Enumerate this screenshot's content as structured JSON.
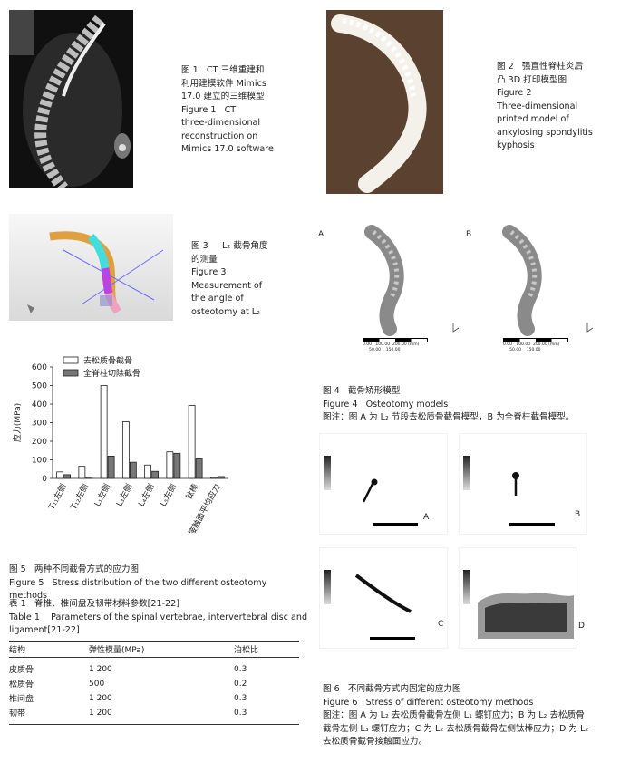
{
  "fig1": {
    "caption": [
      "图 1   CT 三维重建和",
      "利用建模软件 Mimics",
      "17.0 建立的三维模型",
      "Figure 1   CT",
      "three-dimensional",
      "reconstruction on",
      "Mimics 17.0 software"
    ]
  },
  "fig2": {
    "caption": [
      "图 2   强直性脊柱炎后",
      "凸 3D 打印模型图",
      "Figure 2",
      "Three-dimensional",
      "printed model of",
      "ankylosing spondylitis",
      "kyphosis"
    ]
  },
  "fig3": {
    "caption": [
      "图 3     L₂ 截骨角度",
      "的测量",
      "Figure 3",
      "Measurement of",
      "the angle of",
      "osteotomy at L₂"
    ]
  },
  "fig4": {
    "panel_a": "A",
    "panel_b": "B",
    "scale_a": [
      "0.00",
      "100.00",
      "200.00 (mm)",
      "50.00",
      "150.00"
    ],
    "scale_b": [
      "0.00",
      "100.00",
      "200.00 (mm)",
      "50.00",
      "150.00"
    ],
    "caption": [
      "图 4   截骨矫形模型",
      "Figure 4   Osteotomy models",
      "图注：图 A 为 L₂ 节段去松质骨截骨模型，B 为全脊柱截骨模型。"
    ]
  },
  "fig5": {
    "caption": [
      "图 5   两种不同截骨方式的应力图",
      "Figure 5   Stress distribution of the two different osteotomy",
      "methods"
    ]
  },
  "fig6": {
    "panels": [
      "A",
      "B",
      "C",
      "D"
    ],
    "caption": [
      "图 6   不同截骨方式内固定的应力图",
      "Figure 6   Stress of different osteotomy methods",
      "图注：图 A 为 L₂ 去松质骨截骨左侧 L₁ 螺钉应力；B 为 L₂ 去松质骨",
      "截骨左侧 L₃ 螺钉应力；C 为 L₂ 去松质骨截骨左侧钛棒应力；D 为 L₂",
      "去松质骨截骨接触面应力。"
    ]
  },
  "table1": {
    "title_cn": "表 1   脊椎、椎间盘及韧带材料参数[21-22]",
    "title_en": [
      "Table 1    Parameters of the spinal vertebrae, intervertebral disc and",
      "ligament[21-22]"
    ],
    "headers": [
      "结构",
      "弹性模量(MPa)",
      "泊松比"
    ],
    "rows": [
      [
        "皮质骨",
        "1 200",
        "0.3"
      ],
      [
        "松质骨",
        "500",
        "0.2"
      ],
      [
        "椎间盘",
        "1 200",
        "0.3"
      ],
      [
        "韧带",
        "1 200",
        "0.3"
      ]
    ]
  },
  "chart_data": {
    "type": "bar",
    "title": "",
    "xlabel": "",
    "ylabel": "应力(MPa)",
    "ylim": [
      0,
      600
    ],
    "yticks": [
      0,
      100,
      200,
      300,
      400,
      500,
      600
    ],
    "categories": [
      "T₁₁左侧",
      "T₁₂左侧",
      "L₁左侧",
      "L₃左侧",
      "L₄左侧",
      "L₅左侧",
      "钛棒",
      "截骨接触面平均应力"
    ],
    "series": [
      {
        "name": "去松质骨截骨",
        "color": "#ffffff",
        "values": [
          35,
          65,
          500,
          305,
          72,
          143,
          393,
          5
        ]
      },
      {
        "name": "全脊柱切除截骨",
        "color": "#777777",
        "values": [
          20,
          8,
          120,
          87,
          38,
          135,
          105,
          10
        ]
      }
    ],
    "legend": "top",
    "grid": false
  }
}
